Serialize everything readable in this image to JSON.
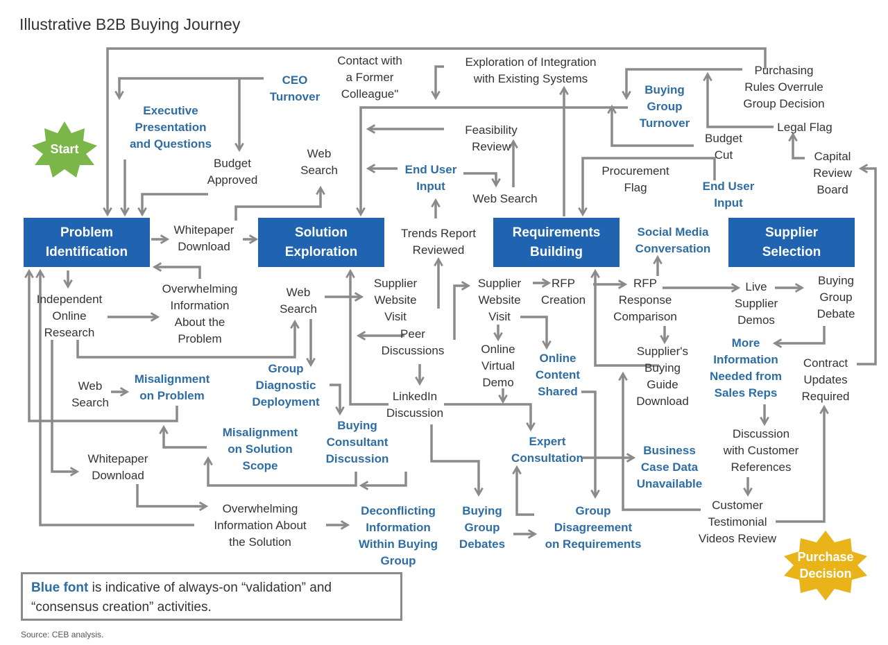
{
  "title": "Illustrative B2B Buying Journey",
  "start_label": "Start",
  "end_label": "Purchase\nDecision",
  "colors": {
    "stage_box": "#1f63b1",
    "validation_text": "#2e6da4",
    "arrow": "#8a8a8a",
    "start": "#7ab648",
    "end": "#e8b41a"
  },
  "stages": [
    "Problem\nIdentification",
    "Solution\nExploration",
    "Requirements\nBuilding",
    "Supplier\nSelection"
  ],
  "activities": [
    "Contact with\na Former\nColleague\"",
    "Exploration of Integration\nwith Existing Systems",
    "Purchasing\nRules Overrule\nGroup Decision",
    "CEO\nTurnover",
    "Buying\nGroup\nTurnover",
    "Executive\nPresentation\nand Questions",
    "Feasibility\nReview",
    "Legal Flag",
    "Budget\nCut",
    "Budget\nApproved",
    "Web\nSearch",
    "End User\nInput",
    "Capital\nReview\nBoard",
    "Procurement\nFlag",
    "End User\nInput",
    "Web Search",
    "Whitepaper\nDownload",
    "Trends Report\nReviewed",
    "Social Media\nConversation",
    "Independent\nOnline\nResearch",
    "Overwhelming\nInformation\nAbout the\nProblem",
    "Web\nSearch",
    "Supplier\nWebsite\nVisit",
    "Peer\nDiscussions",
    "Supplier\nWebsite\nVisit",
    "RFP\nCreation",
    "RFP\nResponse\nComparison",
    "Live\nSupplier\nDemos",
    "Buying\nGroup\nDebate",
    "Online\nVirtual\nDemo",
    "Online\nContent\nShared",
    "Supplier's\nBuying\nGuide\nDownload",
    "More\nInformation\nNeeded from\nSales Reps",
    "Contract\nUpdates\nRequired",
    "Group\nDiagnostic\nDeployment",
    "Web\nSearch",
    "Misalignment\non Problem",
    "LinkedIn\nDiscussion",
    "Buying\nConsultant\nDiscussion",
    "Misalignment\non Solution\nScope",
    "Expert\nConsultation",
    "Business\nCase Data\nUnavailable",
    "Discussion\nwith Customer\nReferences",
    "Whitepaper\nDownload",
    "Customer\nTestimonial\nVideos Review",
    "Overwhelming\nInformation About\nthe Solution",
    "Deconflicting\nInformation\nWithin Buying\nGroup",
    "Buying\nGroup\nDebates",
    "Group\nDisagreement\non Requirements"
  ],
  "legend": {
    "highlight": "Blue font",
    "text": " is indicative of always-on “validation” and “consensus creation” activities."
  },
  "source": "Source: CEB analysis."
}
